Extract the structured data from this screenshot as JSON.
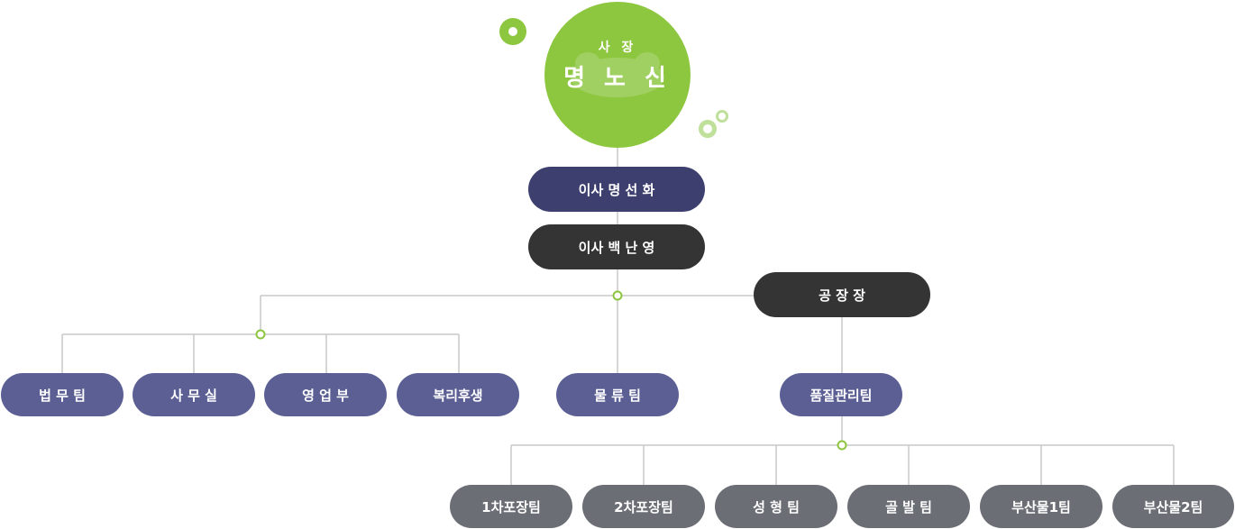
{
  "ceo": {
    "title": "사 장",
    "name": "명 노 신"
  },
  "executives": [
    {
      "label": "이사 명 선 화"
    },
    {
      "label": "이사 백 난 영"
    }
  ],
  "factory_head": {
    "label": "공 장 장"
  },
  "departments": [
    {
      "label": "법 무 팀"
    },
    {
      "label": "사 무 실"
    },
    {
      "label": "영 업 부"
    },
    {
      "label": "복리후생"
    }
  ],
  "logistics": {
    "label": "물 류 팀"
  },
  "quality": {
    "label": "품질관리팀"
  },
  "production_teams": [
    {
      "label": "1차포장팀"
    },
    {
      "label": "2차포장팀"
    },
    {
      "label": "성 형 팀"
    },
    {
      "label": "골 발 팀"
    },
    {
      "label": "부산물1팀"
    },
    {
      "label": "부산물2팀"
    }
  ],
  "colors": {
    "green": "#8dc63f",
    "navy": "#3d3f6e",
    "dark": "#343434",
    "purple": "#5b5f94",
    "gray": "#6b6e75",
    "line": "#c8c8c8"
  }
}
